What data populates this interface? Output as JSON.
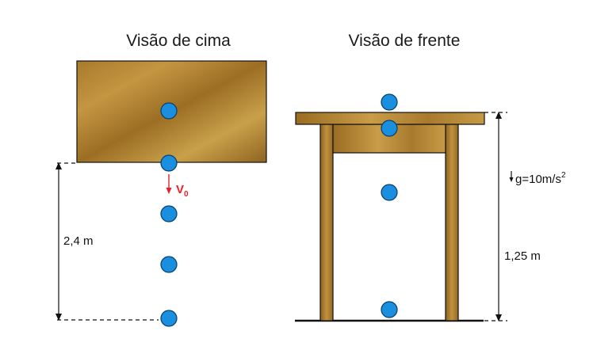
{
  "views": {
    "top_title": "Visão de cima",
    "front_title": "Visão de frente"
  },
  "labels": {
    "horizontal_distance": "2,4 m",
    "height": "1,25 m",
    "velocity_symbol": "V",
    "velocity_subscript": "0",
    "gravity": "g=10m/s",
    "gravity_exponent": "2"
  },
  "colors": {
    "wood_light": "#c89a3c",
    "wood_dark": "#8a5e1c",
    "ball": "#1a8fe0",
    "velocity_arrow": "#e8202a",
    "line": "#111111"
  }
}
